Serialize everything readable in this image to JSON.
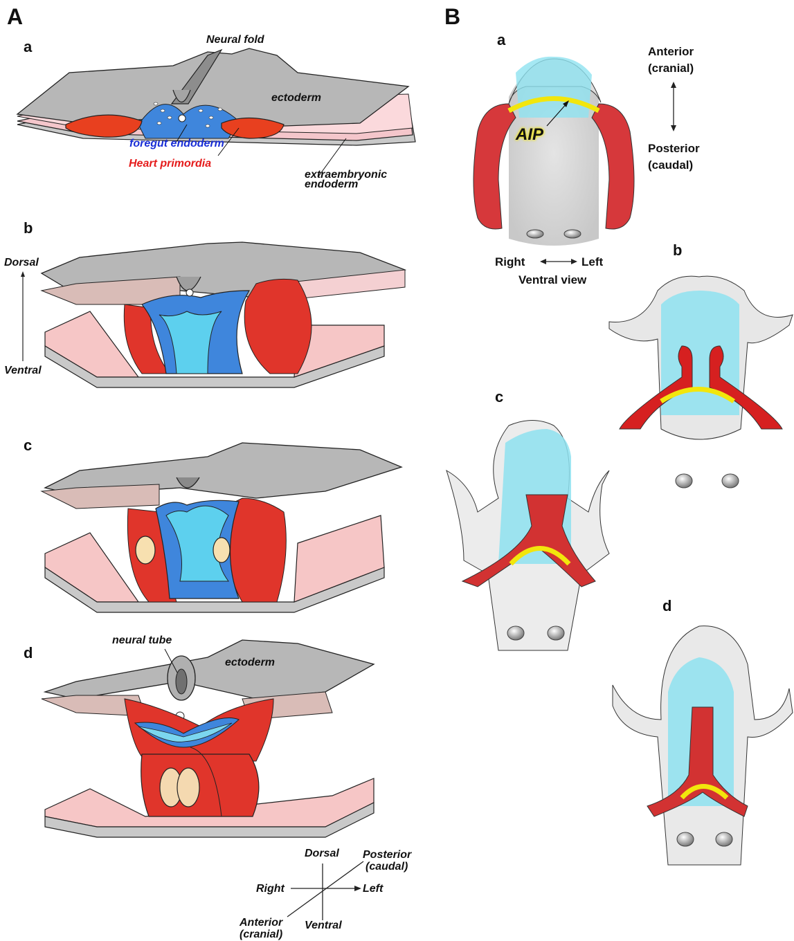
{
  "panels": {
    "A": {
      "label": "A",
      "subpanels": [
        "a",
        "b",
        "c",
        "d"
      ],
      "labels": {
        "neural_fold": "Neural fold",
        "ectoderm": "ectoderm",
        "foregut_endoderm": "foregut endoderm",
        "heart_primordia": "Heart primordia",
        "extraembryonic_endoderm": "extraembryonic endoderm",
        "dorsal": "Dorsal",
        "ventral": "Ventral",
        "neural_tube": "neural tube",
        "ectoderm_d": "ectoderm"
      },
      "axes_legend": {
        "dorsal": "Dorsal",
        "ventral": "Ventral",
        "right": "Right",
        "left": "Left",
        "posterior": "Posterior",
        "posterior_sub": "(caudal)",
        "anterior": "Anterior",
        "anterior_sub": "(cranial)"
      }
    },
    "B": {
      "label": "B",
      "subpanels": [
        "a",
        "b",
        "c",
        "d"
      ],
      "labels": {
        "aip": "AIP",
        "anterior": "Anterior",
        "anterior_sub": "(cranial)",
        "posterior": "Posterior",
        "posterior_sub": "(caudal)",
        "right": "Right",
        "left": "Left",
        "ventral_view": "Ventral view"
      }
    }
  },
  "colors": {
    "ectoderm": "#b5b5b5",
    "mesoderm_pink": "#f6c9cc",
    "foregut_blue": "#3f8ee0",
    "foregut_light": "#5cc8ec",
    "heart_red": "#e0352b",
    "aip_yellow": "#f2e60c",
    "label_blue": "#1a2fd6",
    "label_red": "#e51b1b"
  }
}
